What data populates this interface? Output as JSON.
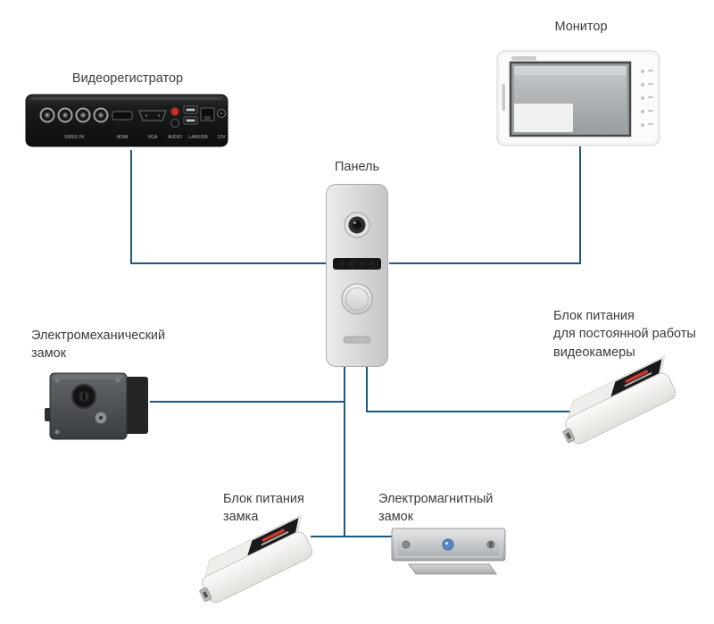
{
  "page": {
    "background": "#ffffff",
    "wire_color": "#1a5a85"
  },
  "labels": {
    "dvr": "Видеорегистратор",
    "monitor": "Монитор",
    "panel": "Панель",
    "electromech_lock": "Электромеханический\nзамок",
    "psu_camera": "Блок питания\nдля постоянной работы\nвидеокамеры",
    "psu_lock": "Блок питания\nзамка",
    "electromagnetic_lock": "Электромагнитный\nзамок"
  },
  "dvr_ports": {
    "video_in": "VIDEO IN",
    "hdmi": "HDMI",
    "vga": "VGA",
    "audio": "AUDIO",
    "lan_usb": "LAN/USB",
    "power": "12V"
  }
}
